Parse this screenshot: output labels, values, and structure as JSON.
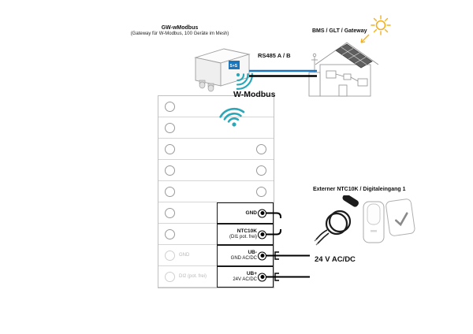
{
  "gateway": {
    "title": "GW-wModbus",
    "subtitle": "(Gateway für W-Modbus, 100 Geräte im Mesh)"
  },
  "bus": {
    "label": "RS485 A / B"
  },
  "bms": {
    "label": "BMS / GLT / Gateway"
  },
  "wireless": {
    "label": "W-Modbus"
  },
  "terminal_strip": {
    "row_count": 9,
    "left_labels": [
      {
        "row": 8,
        "text": "GND"
      },
      {
        "row": 9,
        "text": "DI2 (pot. frei)"
      }
    ],
    "right_terminals": [
      {
        "line1": "GND",
        "line2": ""
      },
      {
        "line1": "NTC10K",
        "line2": "(DI1 pot. frei)"
      },
      {
        "line1": "UB-",
        "line2": "GND AC/DC"
      },
      {
        "line1": "UB+",
        "line2": "24V AC/DC"
      }
    ]
  },
  "power": {
    "label": "24 V AC/DC"
  },
  "external": {
    "label": "Externer NTC10K / Digitaleingang 1"
  },
  "icons": {
    "device_wifi": "wifi-waves-icon",
    "mesh_wifi": "wifi-icon",
    "sun": "sun-icon"
  },
  "colors": {
    "accent_teal": "#2BA7B8",
    "logo_blue": "#1B75BB",
    "bus_blue": "#1B75BB",
    "wire": "#000000",
    "sun_yellow": "#F2B01E",
    "muted_text": "#B8B8B8"
  }
}
